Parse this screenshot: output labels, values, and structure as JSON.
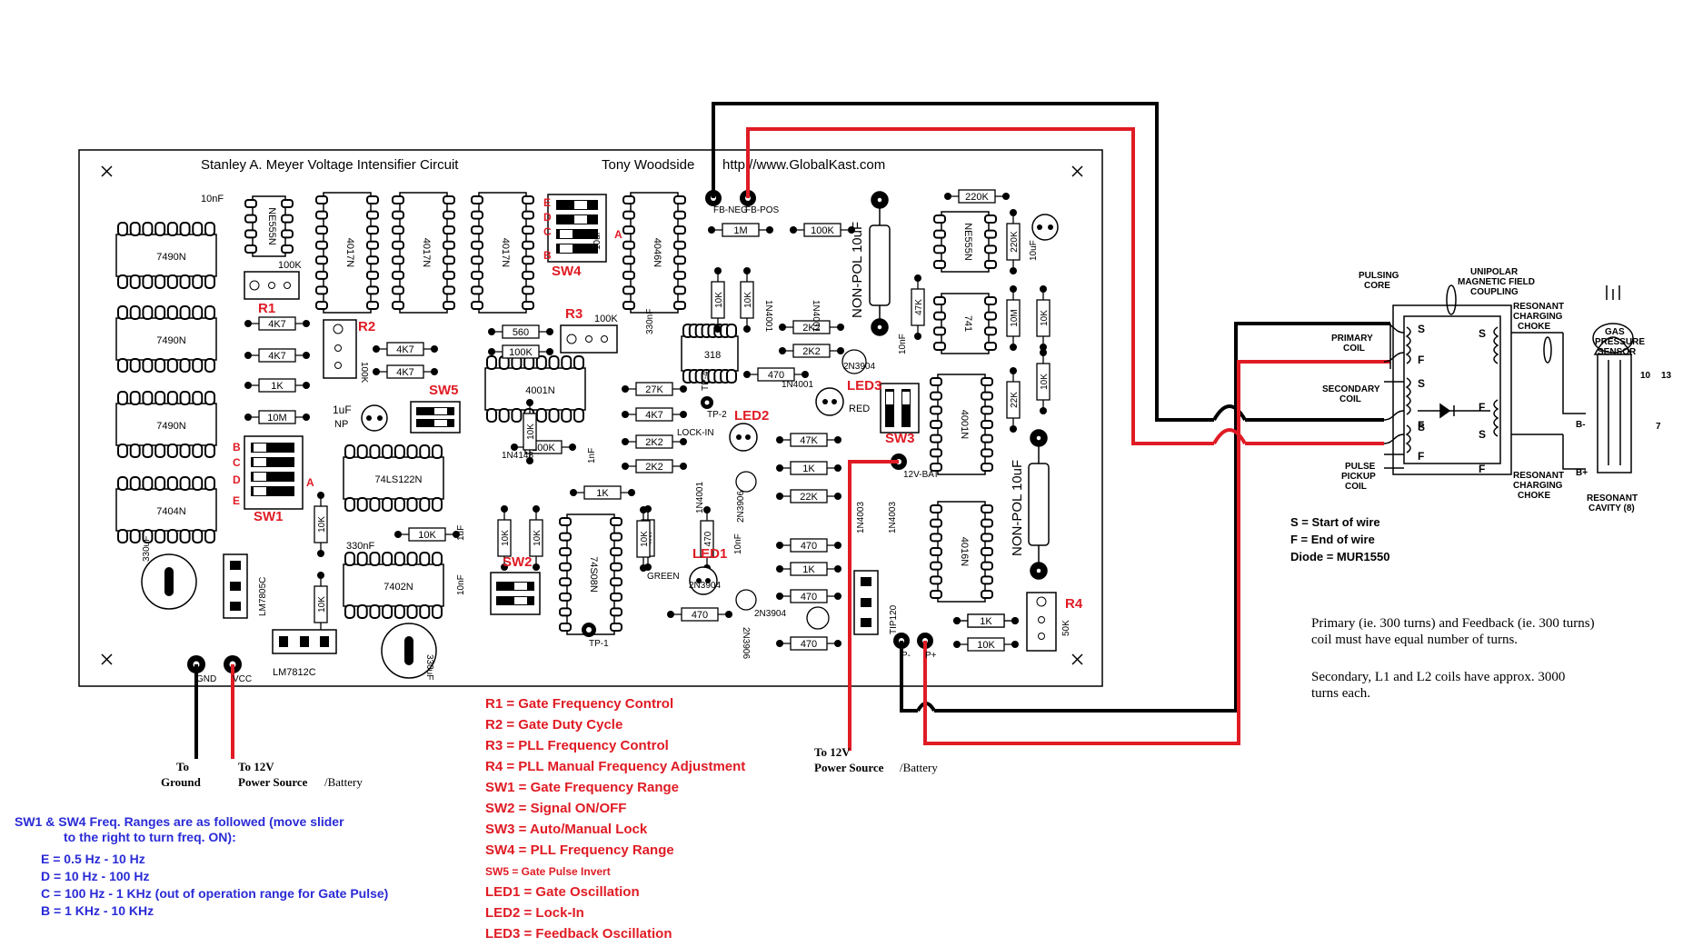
{
  "board": {
    "title": "Stanley A. Meyer Voltage Intensifier Circuit",
    "author": "Tony Woodside",
    "url": "http://www.GlobalKast.com"
  },
  "ics": [
    {
      "id": "ic-7490n-1",
      "label": "7490N"
    },
    {
      "id": "ic-7490n-2",
      "label": "7490N"
    },
    {
      "id": "ic-7490n-3",
      "label": "7490N"
    },
    {
      "id": "ic-7404n",
      "label": "7404N"
    },
    {
      "id": "ic-ne555n-1",
      "label": "NE555N"
    },
    {
      "id": "ic-4017n-1",
      "label": "4017N"
    },
    {
      "id": "ic-4017n-2",
      "label": "4017N"
    },
    {
      "id": "ic-4017n-3",
      "label": "4017N"
    },
    {
      "id": "ic-4046n",
      "label": "4046N"
    },
    {
      "id": "ic-4001n-1",
      "label": "4001N"
    },
    {
      "id": "ic-74ls122n",
      "label": "74LS122N"
    },
    {
      "id": "ic-7402n",
      "label": "7402N"
    },
    {
      "id": "ic-74s08n",
      "label": "74S08N"
    },
    {
      "id": "ic-318",
      "label": "318"
    },
    {
      "id": "ic-ne555n-2",
      "label": "NE555N"
    },
    {
      "id": "ic-741",
      "label": "741"
    },
    {
      "id": "ic-4001n-2",
      "label": "4001N"
    },
    {
      "id": "ic-4016n",
      "label": "4016N"
    }
  ],
  "resistors": [
    "4K7",
    "4K7",
    "1K",
    "10M",
    "4K7",
    "4K7",
    "560",
    "100K",
    "27K",
    "4K7",
    "2K2",
    "2K2",
    "100K",
    "1K",
    "1M",
    "100K",
    "2K2",
    "2K2",
    "470",
    "10K",
    "47K",
    "1K",
    "22K",
    "470",
    "1K",
    "470",
    "470",
    "470",
    "1k",
    "10K",
    "220K",
    "220K",
    "10M",
    "22K",
    "10K",
    "10K",
    "47K",
    "10K",
    "10K",
    "10K",
    "10K",
    "10K",
    "470",
    "10K",
    "4K7",
    "10K",
    "10K",
    "1K"
  ],
  "component_labels": {
    "cap_10nf_top": "10nF",
    "r1_value": "100K",
    "r2_value": "100K",
    "r3_value": "100K",
    "cap_1uf_np": "1uF",
    "np": "NP",
    "cap_330nf": "330nF",
    "cap_330nf_2": "330nF",
    "cap_330uf_1": "330uF",
    "cap_330uf_2": "330uF",
    "cap_10uf": "10uF",
    "cap_10uf_2": "10uF",
    "cap_1nf": "1nF",
    "cap_1uf": "1uF",
    "cap_10nf_2": "10nF",
    "cap_10nf_3": "10nF",
    "cap_10nf_4": "10nF",
    "reg_lm7805c": "LM7805C",
    "reg_lm7812c": "LM7812C",
    "tip120": "TIP120",
    "np_10uf_1": "NON-POL 10uF",
    "np_10uf_2": "NON-POL 10uF",
    "d_1n4148": "1N4148",
    "d_1n4001_a": "1N4001",
    "d_1n4001_b": "1N4001",
    "d_1n4001_c": "1N4001",
    "d_1n4001_d": "1N4001",
    "d_1n4003_a": "1N4003",
    "d_1n4003_b": "1N4003",
    "q_2n3904_a": "2N3904",
    "q_2n3904_b": "2N3904",
    "q_2n3904_c": "2N3904",
    "q_2n3906_a": "2N3906",
    "q_2n3906_b": "2N3906",
    "red": "RED",
    "green": "GREEN",
    "lock_in": "LOCK-IN",
    "tp1": "TP-1",
    "tp2": "TP-2",
    "tp4": "TP-4",
    "gnd": "GND",
    "vcc": "VCC",
    "v12_bat": "12V-BAT",
    "p_minus": "P-",
    "p_plus": "P+",
    "fb_neg": "FB-NEG",
    "fb_pos": "FB-POS",
    "pot_50k": "50K"
  },
  "switch_letters": {
    "e": "E",
    "d": "D",
    "c": "C",
    "b": "B",
    "a": "A"
  },
  "red_labels": {
    "r1": "R1",
    "r2": "R2",
    "r3": "R3",
    "r4": "R4",
    "sw1": "SW1",
    "sw2": "SW2",
    "sw3": "SW3",
    "sw4": "SW4",
    "sw5": "SW5",
    "led1": "LED1",
    "led2": "LED2",
    "led3": "LED3"
  },
  "wire_labels": {
    "to_ground_1": "To",
    "to_ground_2": "Ground",
    "to_12v_1": "To 12V",
    "to_12v_2": "Power Source",
    "to_12v_b_1": "To 12V",
    "to_12v_b_2": "Power Source",
    "battery": "/Battery"
  },
  "legend": [
    "R1 = Gate Frequency Control",
    "R2 = Gate Duty Cycle",
    "R3 = PLL Frequency Control",
    "R4 = PLL Manual Frequency Adjustment",
    "SW1 = Gate Frequency Range",
    "SW2 = Signal ON/OFF",
    "SW3 = Auto/Manual Lock",
    "SW4 = PLL Frequency Range",
    "SW5 = Gate Pulse Invert",
    "LED1 = Gate Oscillation",
    "LED2 = Lock-In",
    "LED3 = Feedback Oscillation"
  ],
  "freq_notes": {
    "line1": "SW1 & SW4 Freq. Ranges are as followed (move slider",
    "line2": "to the right to turn freq. ON):",
    "ranges": [
      "E = 0.5 Hz - 10 Hz",
      "D = 10 Hz - 100 Hz",
      "C = 100 Hz - 1 KHz (out of operation range  for Gate Pulse)",
      "B = 1 KHz - 10 KHz"
    ]
  },
  "vic_diagram": {
    "pulsing_core_1": "PULSING",
    "pulsing_core_2": "CORE",
    "unipolar_1": "UNIPOLAR",
    "unipolar_2": "MAGNETIC FIELD",
    "unipolar_3": "COUPLING",
    "primary_1": "PRIMARY",
    "primary_2": "COIL",
    "secondary_1": "SECONDARY",
    "secondary_2": "COIL",
    "pickup_1": "PULSE",
    "pickup_2": "PICKUP",
    "pickup_3": "COIL",
    "choke_a_1": "RESONANT",
    "choke_a_2": "CHARGING",
    "choke_a_3": "CHOKE",
    "choke_b_1": "RESONANT",
    "choke_b_2": "CHARGING",
    "choke_b_3": "CHOKE",
    "gas_1": "GAS",
    "gas_2": "PRESSURE",
    "gas_3": "SENSOR",
    "cavity_1": "RESONANT",
    "cavity_2": "CAVITY (8)",
    "n10": "10",
    "n13": "13",
    "n7": "7",
    "bminus": "B-",
    "bplus": "B+",
    "s": "S",
    "f": "F"
  },
  "wire_notes": {
    "start": "S = Start of wire",
    "end": "F = End of wire",
    "diode": "Diode = MUR1550"
  },
  "turns_notes": {
    "p1": "Primary (ie. 300 turns) and Feedback (ie. 300 turns)",
    "p2": "coil must have equal number of turns.",
    "p3": "Secondary, L1 and L2 coils have approx. 3000",
    "p4": "turns each."
  },
  "colors": {
    "wire_red": "#e01b24",
    "wire_black": "#000000",
    "label_red": "#e01b24",
    "label_blue": "#2a2bd6"
  }
}
